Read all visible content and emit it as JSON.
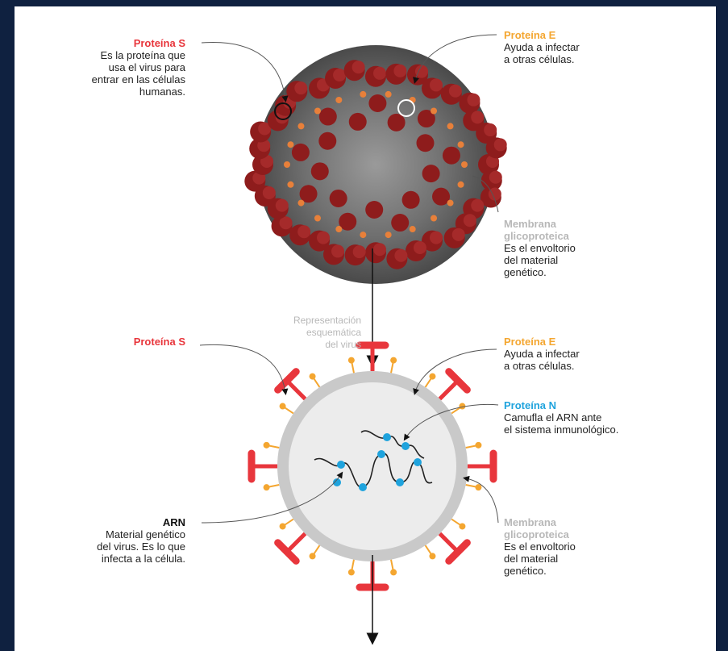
{
  "colors": {
    "protein_s": "#e8363c",
    "protein_e": "#f4a630",
    "protein_n": "#1fa3dd",
    "membrane": "#b8b8b8",
    "virus_spike": "#8e1c1c",
    "virus_body": "#7d7d7d"
  },
  "top_section": {
    "protein_s": {
      "title": "Proteína S",
      "desc": "Es la proteína que\nusa el virus para\nentrar en las células\nhumanas."
    },
    "protein_e": {
      "title": "Proteína E",
      "desc": "Ayuda a infectar\na otras células."
    },
    "membrane": {
      "title_line1": "Membrana",
      "title_line2": "glicoproteica",
      "desc": "Es el envoltorio\ndel material\ngenético."
    }
  },
  "middle": {
    "caption": "Representación\nesquemática\ndel virus"
  },
  "bottom_section": {
    "protein_s": {
      "title": "Proteína S"
    },
    "protein_e": {
      "title": "Proteína E",
      "desc": "Ayuda a infectar\na otras células."
    },
    "protein_n": {
      "title": "Proteína N",
      "desc": "Camufla el ARN ante\nel sistema inmunológico."
    },
    "arn": {
      "title": "ARN",
      "desc": "Material genético\ndel virus. Es lo que\ninfecta a la célula."
    },
    "membrane": {
      "title_line1": "Membrana",
      "title_line2": "glicoproteica",
      "desc": "Es el envoltorio\ndel material\ngenético."
    }
  }
}
